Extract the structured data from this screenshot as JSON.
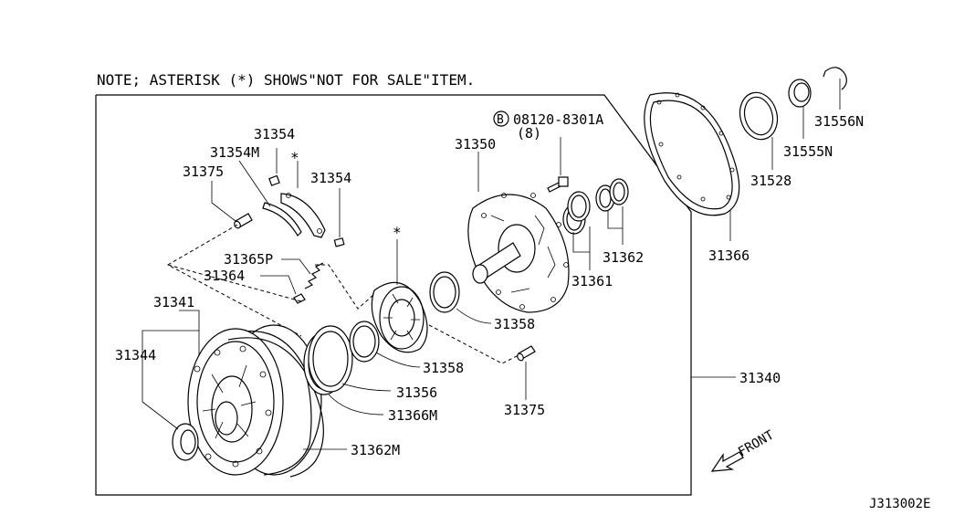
{
  "note": "NOTE; ASTERISK (*) SHOWS\"NOT FOR SALE\"ITEM.",
  "diagram_code": "J313002E",
  "front_label": "FRONT",
  "asterisk": "*",
  "bolt_circle_letter": "B",
  "bolt_number": "08120-8301A",
  "bolt_qty": "(8)",
  "labels": {
    "p31354a": "31354",
    "p31354m": "31354M",
    "p31354b": "31354",
    "p31375a": "31375",
    "p31365p": "31365P",
    "p31364": "31364",
    "p31341": "31341",
    "p31344": "31344",
    "p31350": "31350",
    "p31358a": "31358",
    "p31358b": "31358",
    "p31356": "31356",
    "p31366m": "31366M",
    "p31362m": "31362M",
    "p31375b": "31375",
    "p31361": "31361",
    "p31362": "31362",
    "p31340": "31340",
    "p31366": "31366",
    "p31528": "31528",
    "p31555n": "31555N",
    "p31556n": "31556N"
  }
}
